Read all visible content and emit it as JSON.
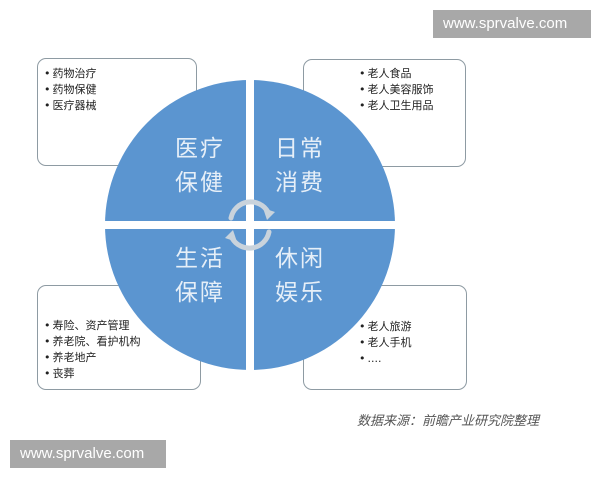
{
  "diagram": {
    "colors": {
      "quadrant_fill": "#5b95d0",
      "quadrant_text": "#e6eff8",
      "box_border": "#8e9ba3",
      "arrow": "#c9d3dc"
    },
    "quadrants": [
      {
        "position": "top-left",
        "label_line1": "医疗",
        "label_line2": "保健"
      },
      {
        "position": "top-right",
        "label_line1": "日常",
        "label_line2": "消费"
      },
      {
        "position": "bottom-left",
        "label_line1": "生活",
        "label_line2": "保障"
      },
      {
        "position": "bottom-right",
        "label_line1": "休闲",
        "label_line2": "娱乐"
      }
    ],
    "center_icon": "cycle-arrows-icon",
    "boxes": {
      "top_left": {
        "items": [
          "药物治疗",
          "药物保健",
          "医疗器械"
        ]
      },
      "top_right": {
        "items": [
          "老人食品",
          "老人美容服饰",
          "老人卫生用品"
        ]
      },
      "bottom_left": {
        "items": [
          "寿险、资产管理",
          "养老院、看护机构",
          "养老地产",
          "丧葬"
        ]
      },
      "bottom_right": {
        "items": [
          "老人旅游",
          "老人手机",
          "...."
        ]
      }
    }
  },
  "source_note": "数据来源：前瞻产业研究院整理",
  "watermarks": {
    "top": "www.sprvalve.com",
    "bottom": "www.sprvalve.com"
  }
}
